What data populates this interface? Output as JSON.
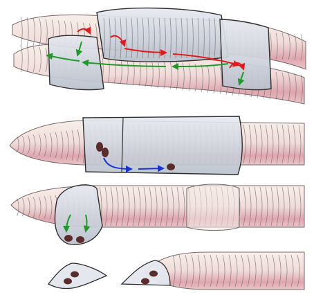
{
  "colors": {
    "body_light": "#f6ece6",
    "body_mid": "#eccfd2",
    "body_dark": "#d39aa3",
    "segment_line": "#6a6a6a",
    "clitellum_fill": "#d8dde6",
    "clitellum_edge": "#2e2e2e",
    "sperm_arrow": "#e01b1b",
    "male_pore_arrow": "#1f9a2a",
    "egg_arrow": "#1733d6",
    "egg": "#5a2d2d",
    "background": "#ffffff"
  },
  "panels": [
    {
      "id": "mating-pair",
      "stage": 1
    },
    {
      "id": "cocoon-forming",
      "stage": 2
    },
    {
      "id": "cocoon-sliding-off",
      "stage": 3
    },
    {
      "id": "cocoon-released",
      "stage": 4
    }
  ]
}
